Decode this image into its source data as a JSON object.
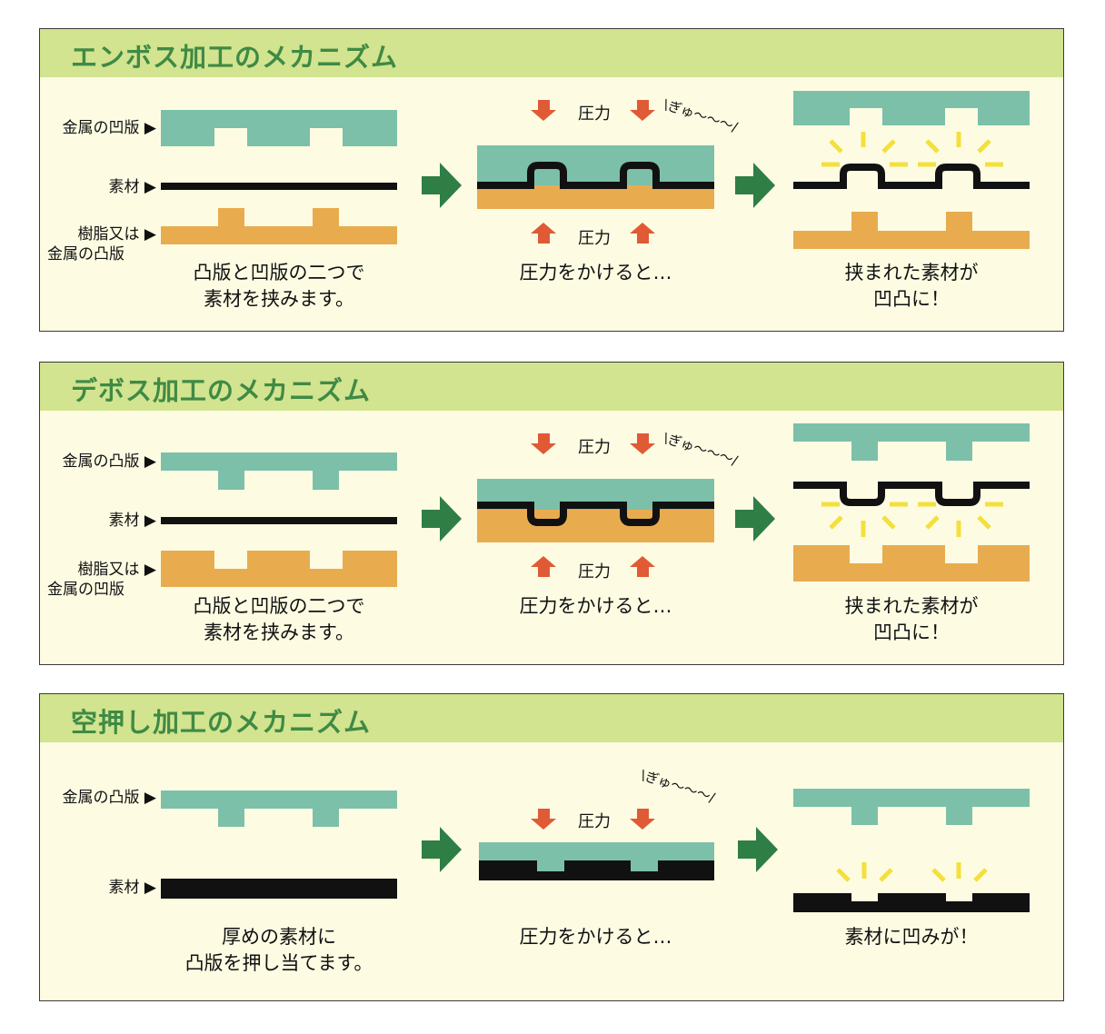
{
  "colors": {
    "panel_bg": "#fdfce3",
    "header_bg": "#d2e48f",
    "title_text": "#3f8a45",
    "die_teal": "#7cc0a9",
    "resin_orange": "#e8ac4f",
    "material_black": "#111111",
    "pressure_arrow": "#e05a35",
    "step_arrow": "#2f7e46",
    "spark_yellow": "#f5df3c"
  },
  "embossing": {
    "title": "エンボス加工のメカニズム",
    "labels": {
      "top_die": "金属の凹版 ▶",
      "material": "素材 ▶",
      "bottom_die_line1": "樹脂又は ▶",
      "bottom_die_line2": "金属の凸版"
    },
    "pressure_label_top": "圧力",
    "pressure_label_bottom": "圧力",
    "sound": "\\ぎゅ〜〜〜/",
    "captions": {
      "step1_line1": "凸版と凹版の二つで",
      "step1_line2": "素材を挟みます。",
      "step2_line1": "圧力をかけると…",
      "step3_line1": "挟まれた素材が",
      "step3_line2": "凹凸に！"
    }
  },
  "debossing": {
    "title": "デボス加工のメカニズム",
    "labels": {
      "top_die": "金属の凸版 ▶",
      "material": "素材 ▶",
      "bottom_die_line1": "樹脂又は ▶",
      "bottom_die_line2": "金属の凹版"
    },
    "pressure_label_top": "圧力",
    "pressure_label_bottom": "圧力",
    "sound": "\\ぎゅ〜〜〜/",
    "captions": {
      "step1_line1": "凸版と凹版の二つで",
      "step1_line2": "素材を挟みます。",
      "step2_line1": "圧力をかけると…",
      "step3_line1": "挟まれた素材が",
      "step3_line2": "凹凸に！"
    }
  },
  "blind_stamping": {
    "title": "空押し加工のメカニズム",
    "labels": {
      "top_die": "金属の凸版 ▶",
      "material": "素材 ▶"
    },
    "pressure_label_top": "圧力",
    "sound": "\\ぎゅ〜〜〜/",
    "captions": {
      "step1_line1": "厚めの素材に",
      "step1_line2": "凸版を押し当てます。",
      "step2_line1": "圧力をかけると…",
      "step3_line1": "素材に凹みが！"
    }
  }
}
